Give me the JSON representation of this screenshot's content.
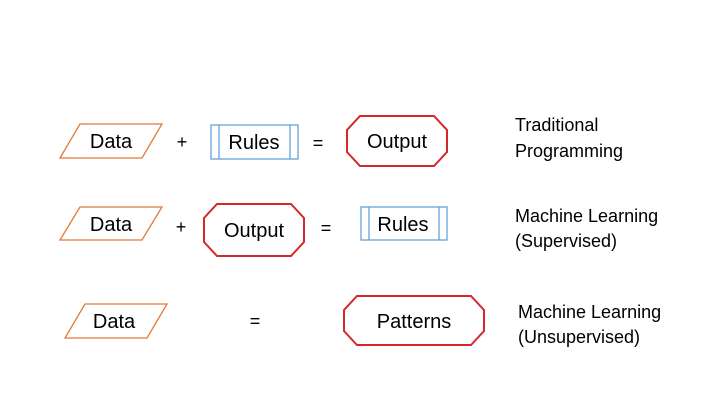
{
  "rows": [
    {
      "data_label": "Data",
      "plus": "+",
      "middle_label": "Rules",
      "equals": "=",
      "result_label": "Output",
      "caption_line1": "Traditional",
      "caption_line2": "Programming"
    },
    {
      "data_label": "Data",
      "plus": "+",
      "middle_label": "Output",
      "equals": "=",
      "result_label": "Rules",
      "caption_line1": "Machine Learning",
      "caption_line2": "(Supervised)"
    },
    {
      "data_label": "Data",
      "equals": "=",
      "result_label": "Patterns",
      "caption_line1": "Machine Learning",
      "caption_line2": "(Unsupervised)"
    }
  ],
  "colors": {
    "data_stroke": "#E07B39",
    "rules_stroke": "#5B9BD5",
    "output_stroke": "#D62728",
    "text": "#000000"
  }
}
